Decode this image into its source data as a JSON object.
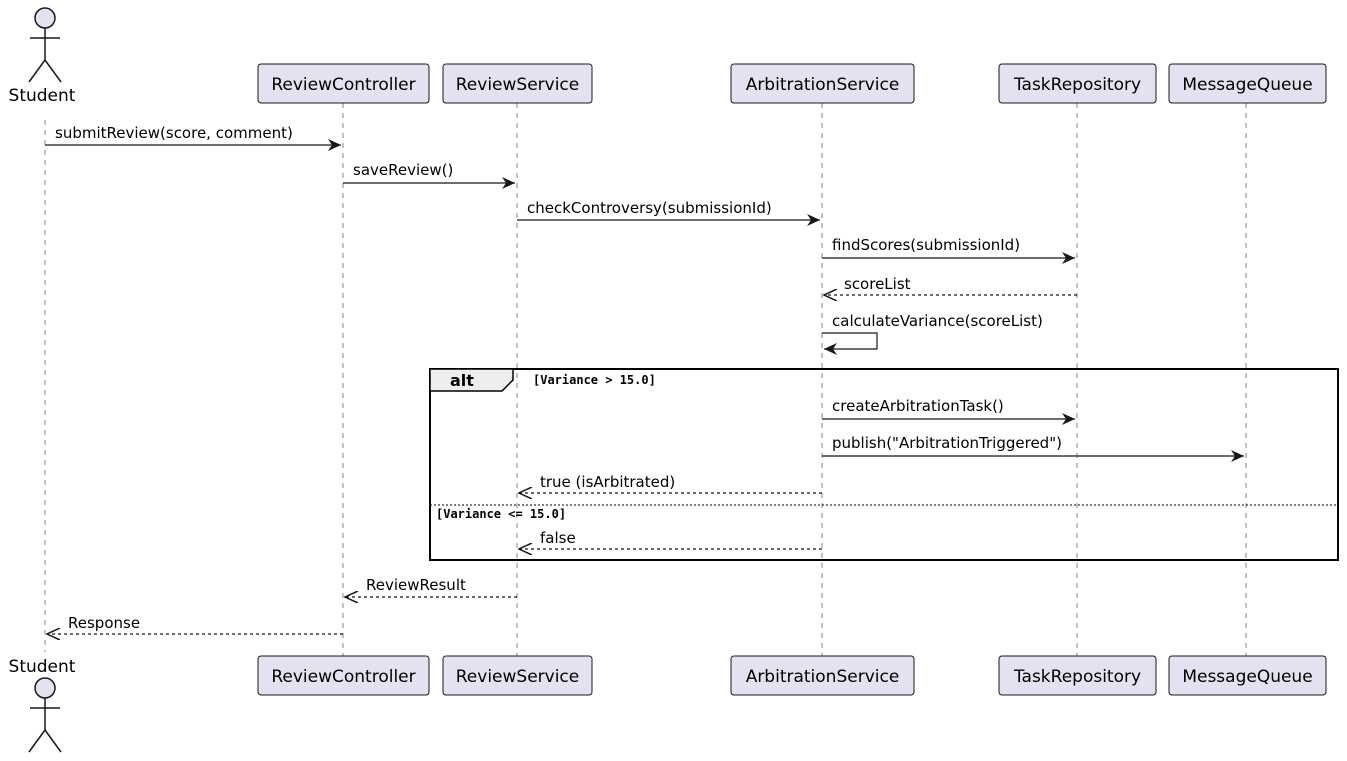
{
  "actor": {
    "name": "Student"
  },
  "participants": [
    {
      "name": "ReviewController"
    },
    {
      "name": "ReviewService"
    },
    {
      "name": "ArbitrationService"
    },
    {
      "name": "TaskRepository"
    },
    {
      "name": "MessageQueue"
    }
  ],
  "messages": [
    {
      "from": "Student",
      "to": "ReviewController",
      "label": "submitReview(score, comment)",
      "style": "solid"
    },
    {
      "from": "ReviewController",
      "to": "ReviewService",
      "label": "saveReview()",
      "style": "solid"
    },
    {
      "from": "ReviewService",
      "to": "ArbitrationService",
      "label": "checkControversy(submissionId)",
      "style": "solid"
    },
    {
      "from": "ArbitrationService",
      "to": "TaskRepository",
      "label": "findScores(submissionId)",
      "style": "solid"
    },
    {
      "from": "TaskRepository",
      "to": "ArbitrationService",
      "label": "scoreList",
      "style": "dashed"
    },
    {
      "from": "ArbitrationService",
      "to": "ArbitrationService",
      "label": "calculateVariance(scoreList)",
      "style": "self"
    },
    {
      "from": "ArbitrationService",
      "to": "TaskRepository",
      "label": "createArbitrationTask()",
      "style": "solid"
    },
    {
      "from": "ArbitrationService",
      "to": "MessageQueue",
      "label": "publish(\"ArbitrationTriggered\")",
      "style": "solid"
    },
    {
      "from": "ArbitrationService",
      "to": "ReviewService",
      "label": "true (isArbitrated)",
      "style": "dashed"
    },
    {
      "from": "ArbitrationService",
      "to": "ReviewService",
      "label": "false",
      "style": "dashed"
    },
    {
      "from": "ReviewService",
      "to": "ReviewController",
      "label": "ReviewResult",
      "style": "dashed"
    },
    {
      "from": "ReviewController",
      "to": "Student",
      "label": "Response",
      "style": "dashed"
    }
  ],
  "fragment": {
    "keyword": "alt",
    "guard1": "[Variance > 15.0]",
    "guard2": "[Variance <= 15.0]"
  },
  "colors": {
    "participant_fill": "#e2e2f0",
    "participant_border": "#181818",
    "line": "#181818",
    "lifeline": "#808080"
  }
}
